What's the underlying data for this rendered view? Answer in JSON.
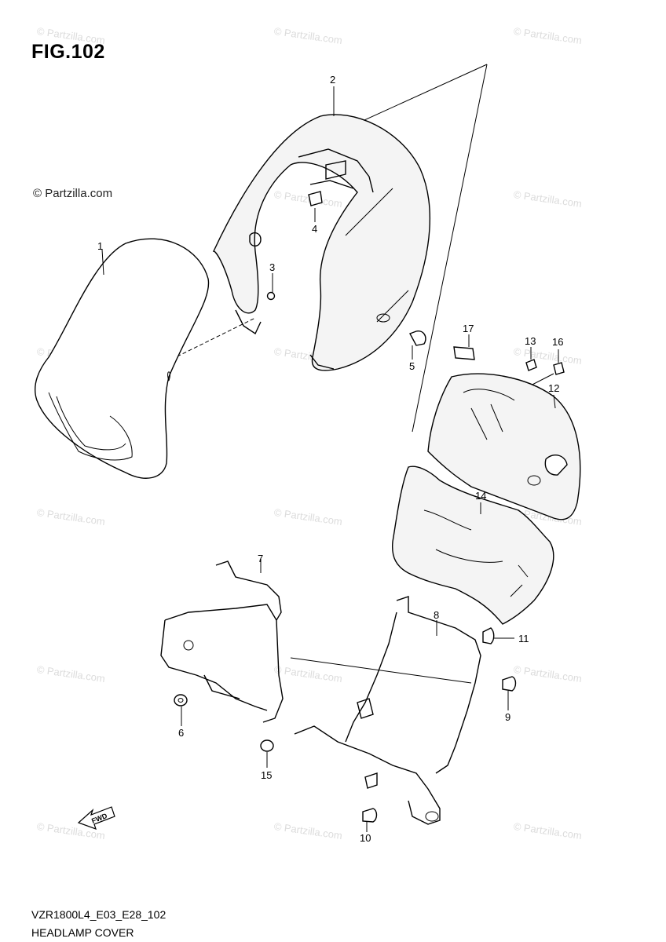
{
  "figure": {
    "title": "FIG.102",
    "code": "VZR1800L4_E03_E28_102",
    "name": "HEADLAMP COVER"
  },
  "brand": "© Partzilla.com",
  "watermark": "© Partzilla.com",
  "fwd_label": "FWD",
  "callouts": {
    "p1": "1",
    "p2": "2",
    "p3": "3",
    "p4": "4",
    "p5": "5",
    "p6": "6",
    "p7": "7",
    "p8": "8",
    "p9": "9",
    "p10": "10",
    "p11": "11",
    "p12": "12",
    "p13": "13",
    "p14": "14",
    "p15": "15",
    "p16": "16",
    "p17": "17"
  }
}
